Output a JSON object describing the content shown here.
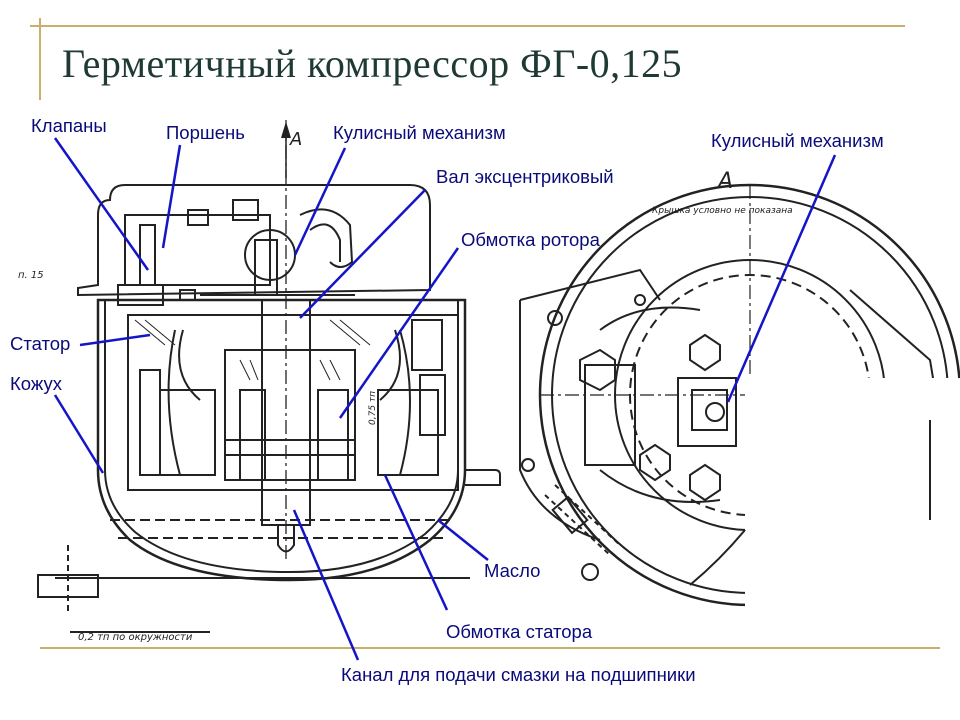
{
  "slide": {
    "title": "Герметичный компрессор ФГ-0,125",
    "accent_color": "#c8b06a",
    "label_color": "#0a0a7a",
    "pointer_color": "#1414c8"
  },
  "labels": {
    "valves": "Клапаны",
    "piston": "Поршень",
    "rocker_left": "Кулисный механизм",
    "rocker_right": "Кулисный механизм",
    "eccentric_shaft": "Вал эксцентриковый",
    "rotor_winding": "Обмотка ротора",
    "stator": "Статор",
    "casing": "Кожух",
    "oil": "Масло",
    "stator_winding": "Обмотка статора",
    "lubrication_channel": "Канал для подачи смазки на подшипники"
  },
  "drawing_marks": {
    "section_a_left": "A",
    "section_a_right": "A",
    "cover_note": "Крышка условно не показана",
    "ref_15": "п. 15",
    "runout_note": "0,2 тп по окружности",
    "dim_note": "0,75 тп"
  }
}
